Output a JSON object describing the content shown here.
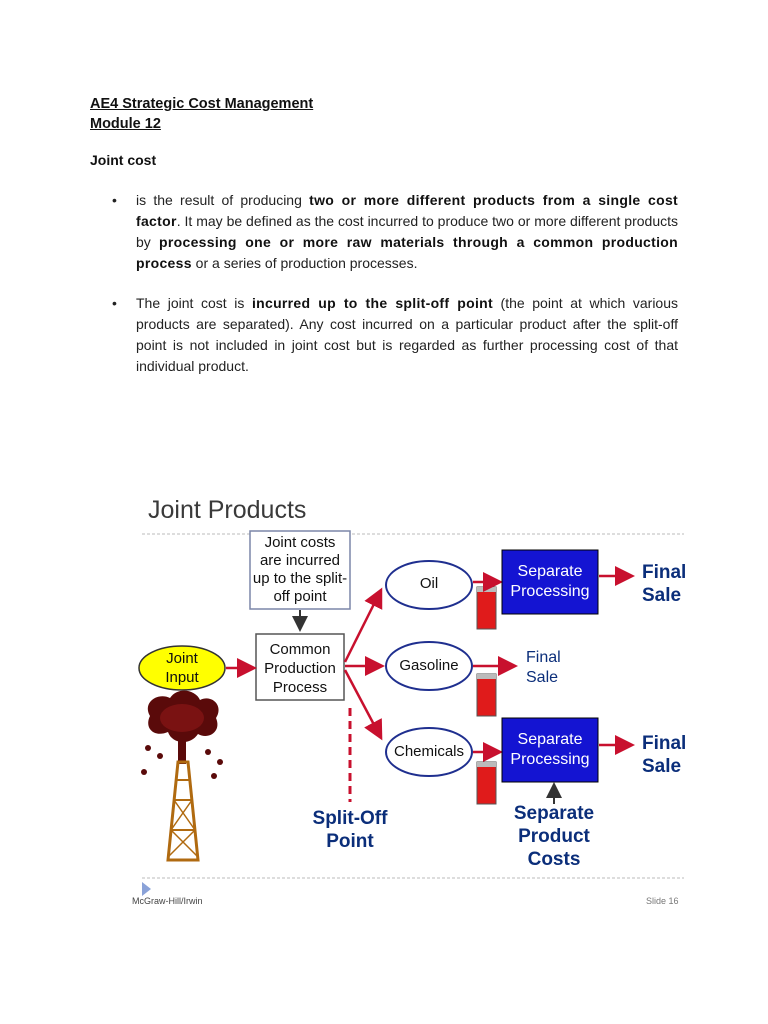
{
  "header": {
    "course": "AE4 Strategic Cost Management",
    "module": "Module 12"
  },
  "section": {
    "title": "Joint cost"
  },
  "bullets": [
    {
      "parts": [
        {
          "t": "is the result of producing ",
          "b": false
        },
        {
          "t": "two or more different products from a single cost factor",
          "b": true
        },
        {
          "t": ". It may be defined as the cost incurred to produce two or more different products by ",
          "b": false
        },
        {
          "t": "processing one or more raw materials through a common production process",
          "b": true
        },
        {
          "t": " or a series of production processes.",
          "b": false
        }
      ]
    },
    {
      "parts": [
        {
          "t": "The joint cost is ",
          "b": false
        },
        {
          "t": "incurred up to the split-off point",
          "b": true
        },
        {
          "t": " (the point at which various products are separated). Any cost incurred on a particular product after the split-off point is not included in joint cost but is regarded as further processing cost of that individual product.",
          "b": false
        }
      ]
    }
  ],
  "slide": {
    "title": "Joint Products",
    "joint_costs_note": "Joint costs are incurred up to the split-off point",
    "joint_input": "Joint Input",
    "common_process": "Common Production Process",
    "products": [
      "Oil",
      "Gasoline",
      "Chemicals"
    ],
    "separate_processing": "Separate Processing",
    "final_sale": "Final Sale",
    "split_off": "Split-Off Point",
    "separate_costs": "Separate Product Costs",
    "footer_left": "McGraw-Hill/Irwin",
    "footer_right": "Slide 16",
    "colors": {
      "blue_box": "#1414d2",
      "navy_text": "#0b2e7a",
      "red": "#c8102e",
      "joint_input": "#ffff00",
      "oval_border": "#1f2f8f"
    },
    "icons": [
      "oil-derrick-icon",
      "red-cost-bar-icon",
      "slide-nav-triangle-icon"
    ]
  }
}
